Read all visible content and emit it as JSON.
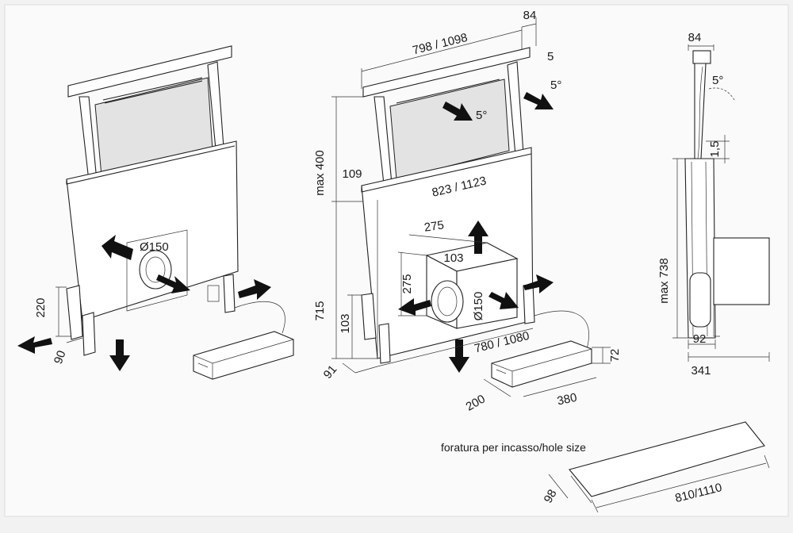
{
  "caption": "foratura per incasso/hole size",
  "views": {
    "left": {
      "diameter": "Ø150",
      "height": "220",
      "depth": "90"
    },
    "center": {
      "top_width": "798 / 1098",
      "top_depth": "84",
      "top_offset": "5",
      "tilt_1": "5°",
      "tilt_2": "5°",
      "max_height": "max 400",
      "side": "109",
      "body_width": "823 / 1123",
      "box_width": "275",
      "box_depth": "103",
      "box_height": "275",
      "diameter": "Ø150",
      "height": "715",
      "base_height": "103",
      "base_depth": "91",
      "bottom_width": "780 / 1080",
      "motor_height": "72",
      "motor_depth": "200",
      "motor_width": "380"
    },
    "right": {
      "top_depth": "84",
      "tilt": "5°",
      "gap": "1,5",
      "max_height": "max 738",
      "depth_inner": "92",
      "depth_total": "341"
    },
    "hole": {
      "width": "810/1110",
      "depth": "98"
    }
  },
  "colors": {
    "background": "#f2f2f2",
    "line": "#222222",
    "arrow": "#111111"
  },
  "icons": [
    "arrow-left-icon",
    "arrow-right-icon",
    "arrow-down-icon",
    "arrow-up-icon"
  ]
}
